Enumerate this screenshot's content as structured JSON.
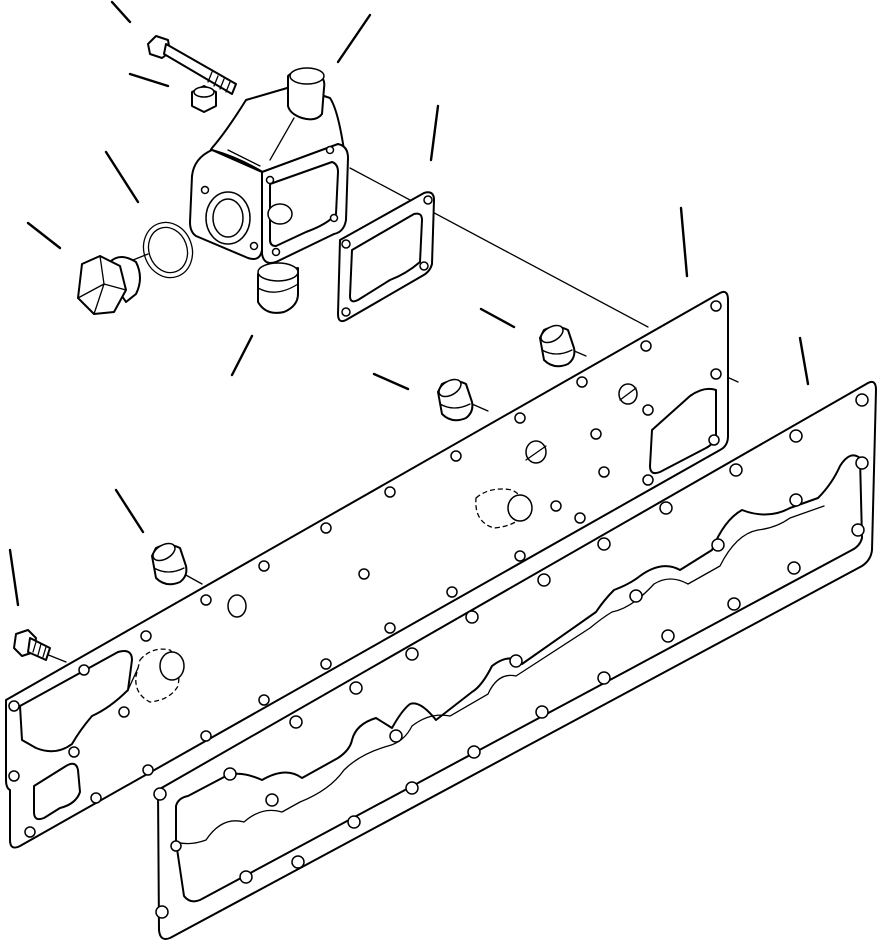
{
  "diagram": {
    "kind": "exploded-parts-view",
    "callout_labels": []
  },
  "parts": [
    "long-bolt",
    "nipple",
    "plug",
    "o-ring",
    "hex-plug",
    "thermostat-housing",
    "housing-gasket",
    "cooler-cover-plate",
    "cover-gasket",
    "plug",
    "plug",
    "plug",
    "plug",
    "drain-fitting"
  ],
  "icons": {
    "leader": "leader-line-icon"
  }
}
